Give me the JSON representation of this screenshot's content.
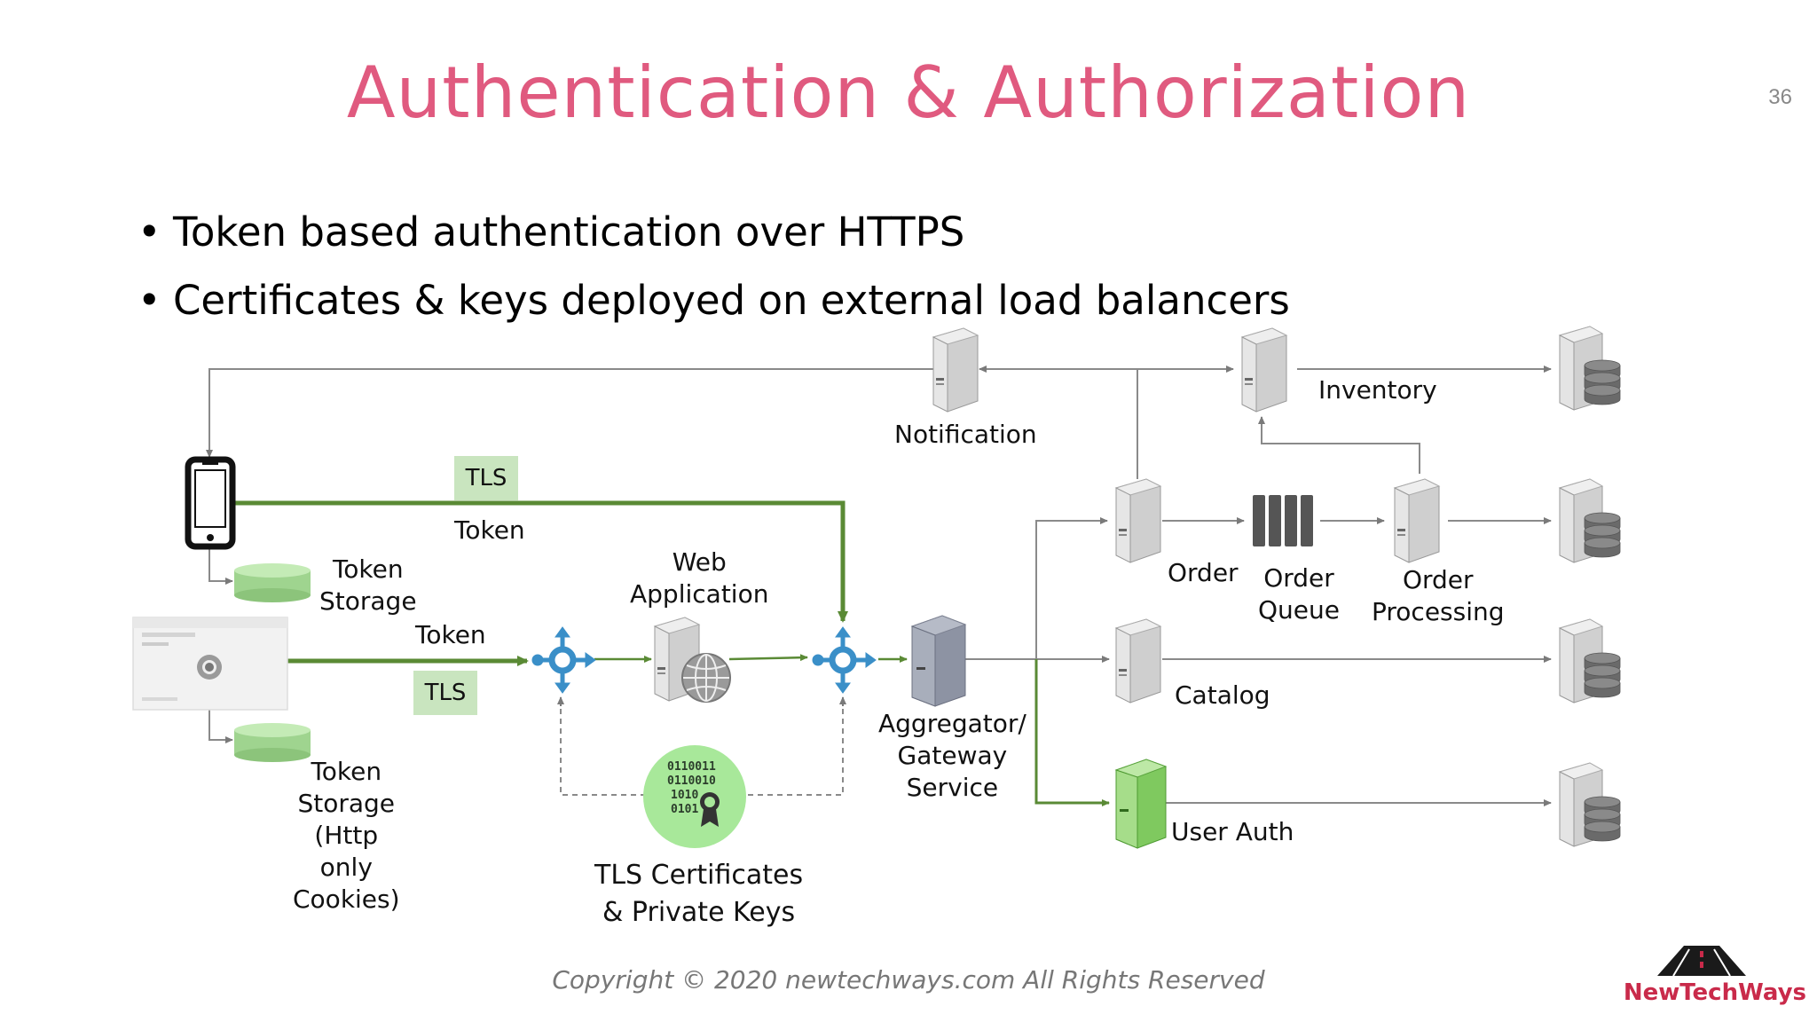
{
  "slide": {
    "title": "Authentication & Authorization",
    "page_number": "36",
    "bullets": [
      "Token  based authentication over HTTPS",
      "Certificates & keys deployed on external load balancers"
    ],
    "copyright": "Copyright © 2020 newtechways.com All Rights Reserved",
    "brand": "NewTechWays"
  },
  "diagram": {
    "tls_label": "TLS",
    "token_label": "Token",
    "token_storage": "Token\nStorage",
    "token_storage_http": "Token\nStorage\n(Http\nonly\nCookies)",
    "web_application": "Web\nApplication",
    "aggregator": "Aggregator/\nGateway\nService",
    "notification": "Notification",
    "inventory": "Inventory",
    "order": "Order",
    "order_queue": "Order\nQueue",
    "order_processing": "Order\nProcessing",
    "catalog": "Catalog",
    "user_auth": "User Auth",
    "tls_certs": "TLS Certificates\n& Private Keys",
    "binary_text": [
      "0110011",
      "0110010",
      "1010",
      "0101"
    ]
  },
  "colors": {
    "title": "#e05a7f",
    "green_link": "#5a8a35",
    "gray_link": "#8a8a8a",
    "balancer": "#3a8fc8",
    "tls_box": "#c9e5bf"
  }
}
